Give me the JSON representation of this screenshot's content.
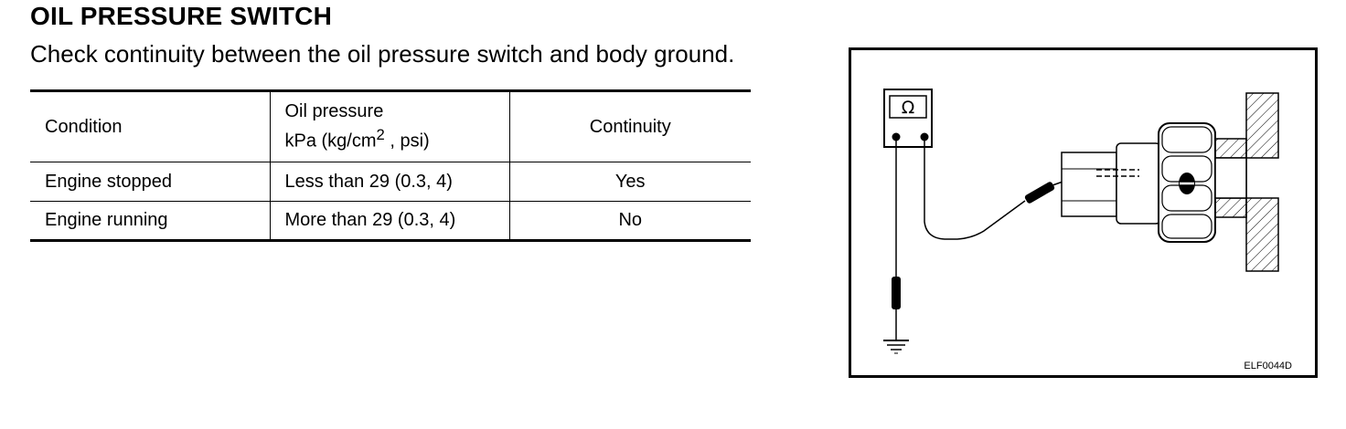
{
  "section": {
    "title": "OIL PRESSURE SWITCH",
    "instruction": "Check continuity between the oil pressure switch and body ground."
  },
  "table": {
    "headers": {
      "condition": "Condition",
      "pressure_line1": "Oil pressure",
      "pressure_line2_base": "kPa (kg/cm",
      "pressure_line2_sup": "2",
      "pressure_line2_rest": " , psi)",
      "continuity": "Continuity"
    },
    "rows": [
      {
        "condition": "Engine stopped",
        "pressure": "Less than 29 (0.3, 4)",
        "continuity": "Yes"
      },
      {
        "condition": "Engine running",
        "pressure": "More than 29 (0.3, 4)",
        "continuity": "No"
      }
    ]
  },
  "figure": {
    "meter_symbol": "Ω",
    "code": "ELF0044D",
    "icons": [
      "ohmmeter-icon",
      "ground-symbol-icon",
      "oil-pressure-switch-icon"
    ]
  }
}
